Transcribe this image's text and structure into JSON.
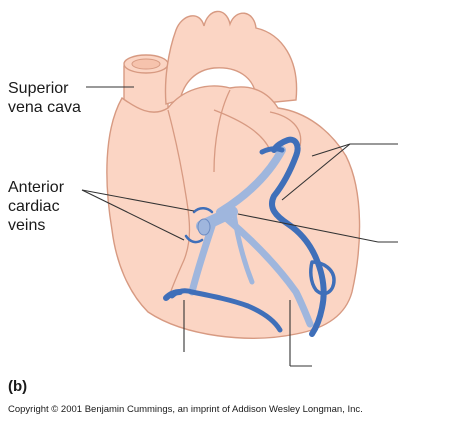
{
  "diagram": {
    "panel_label": "(b)",
    "labels": {
      "superior_vena_cava": [
        "Superior",
        "vena cava"
      ],
      "anterior_cardiac_veins": [
        "Anterior",
        "cardiac",
        "veins"
      ]
    },
    "copyright": "Copyright © 2001 Benjamin Cummings, an imprint of Addison Wesley Longman, Inc.",
    "colors": {
      "heart_fill": "#fbd5c4",
      "heart_outline": "#d79a82",
      "vein_dark": "#3f6fb9",
      "vein_light": "#9fb6dd",
      "leader_line": "#333333"
    }
  }
}
